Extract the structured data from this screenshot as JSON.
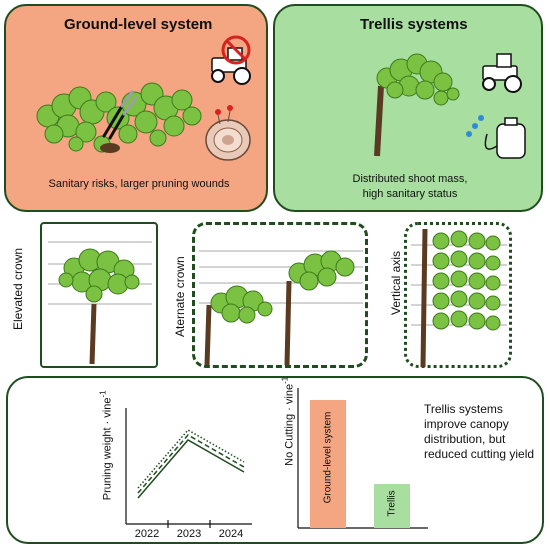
{
  "ground_panel": {
    "title": "Ground-level system",
    "caption": "Sanitary risks, larger pruning wounds",
    "color": "#f4a582"
  },
  "trellis_panel": {
    "title": "Trellis systems",
    "caption_line1": "Distributed shoot mass,",
    "caption_line2": "high sanitary status",
    "color": "#a8dfa0"
  },
  "forms": {
    "elevated": "Elevated crown",
    "alternate": "Aternate crown",
    "vertical": "Vertical axis"
  },
  "line_chart": {
    "ylabel": "Pruning weight · vine",
    "ylabel_sup": "-1",
    "years": [
      "2022",
      "2023",
      "2024"
    ]
  },
  "bar_chart": {
    "ylabel": "No Cutting · vine",
    "ylabel_sup": "-1",
    "bars": [
      {
        "label": "Ground-level system",
        "color": "#f4a582"
      },
      {
        "label": "Trellis",
        "color": "#a8dfa0"
      }
    ]
  },
  "bottom_note": "Trellis systems improve canopy distribution, but reduced cutting yield",
  "icons": [
    "vine-foliage-icon",
    "pruning-shears-icon",
    "no-tractor-icon",
    "tractor-icon",
    "wood-trunk-icon",
    "sprayer-icon"
  ]
}
